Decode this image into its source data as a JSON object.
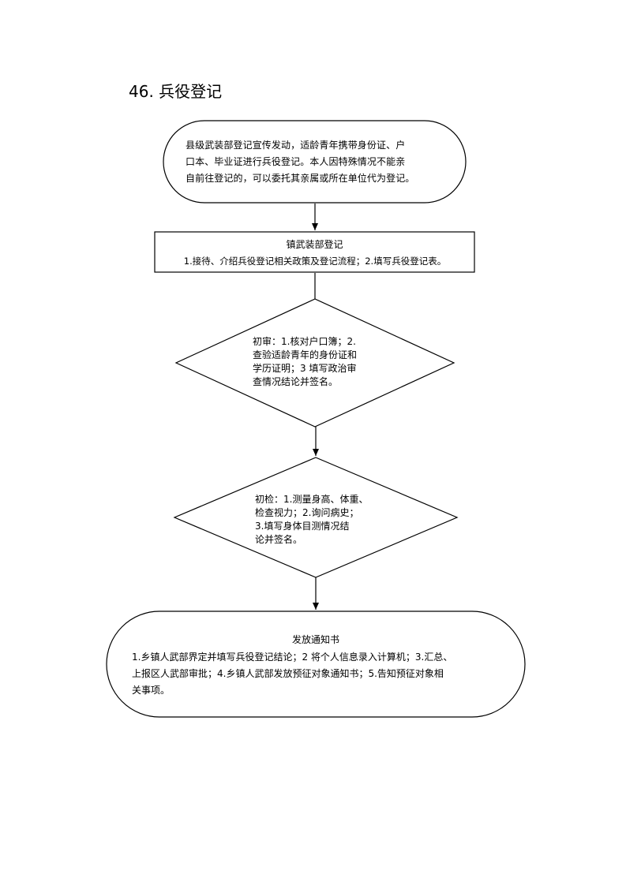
{
  "title": "46. 兵役登记",
  "steps": {
    "start": {
      "text": "县级武装部登记宣传发动，适龄青年携带身份证、户\n口本、毕业证进行兵役登记。本人因特殊情况不能亲\n自前往登记的，可以委托其亲属或所在单位代为登记。"
    },
    "register": {
      "heading": "镇武装部登记",
      "text": "1.接待、介绍兵役登记相关政策及登记流程；2.填写兵役登记表。"
    },
    "review": {
      "text": "初审：1.核对户口簿；2.\n查验适龄青年的身份证和\n学历证明；3 填写政治审\n查情况结论并签名。"
    },
    "check": {
      "text": "初检：1.测量身高、体重、\n检查视力；2.询问病史；\n3.填写身体目测情况结\n论并签名。"
    },
    "notice": {
      "heading": "发放通知书",
      "text": "1.乡镇人武部界定并填写兵役登记结论；2 将个人信息录入计算机；3.汇总、\n上报区人武部审批；4.乡镇人武部发放预征对象通知书；5.告知预征对象相\n关事项。"
    }
  }
}
